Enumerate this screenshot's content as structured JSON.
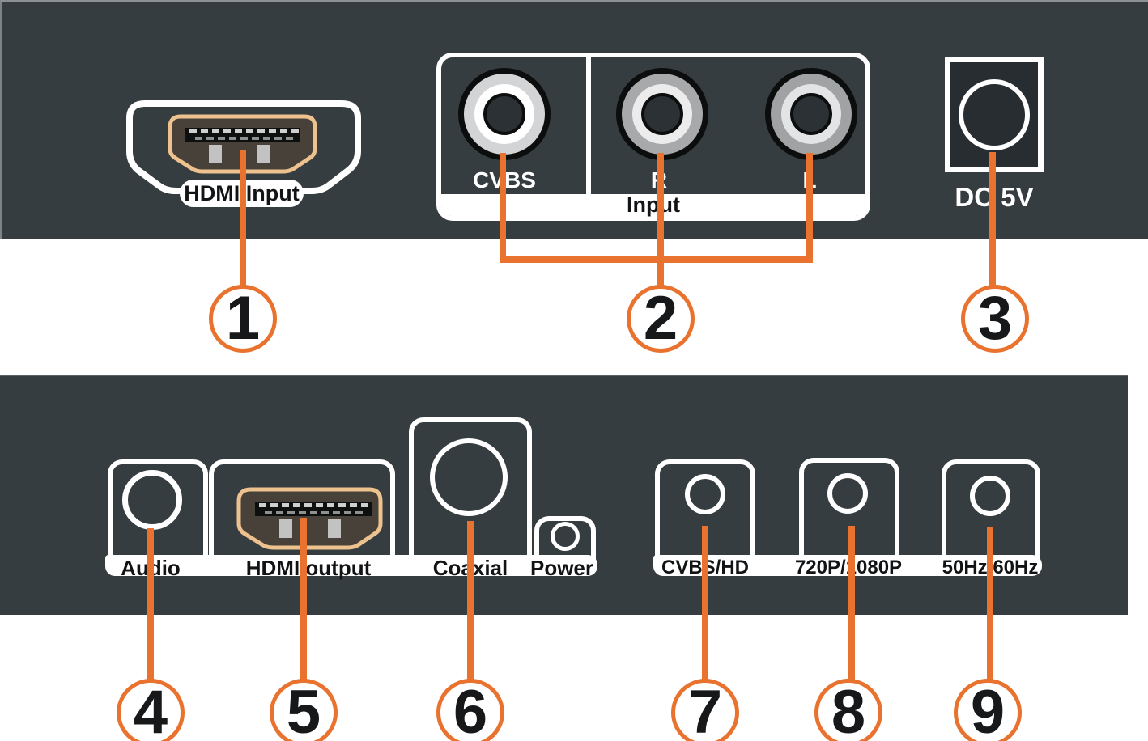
{
  "front_panel": {
    "hdmi_label": "HDMI Input",
    "av_group": {
      "jacks": [
        {
          "label": "CVBS"
        },
        {
          "label": "R"
        },
        {
          "label": "L"
        }
      ],
      "group_label": "Input"
    },
    "dc_label": "DC 5V"
  },
  "rear_panel": {
    "ports": [
      {
        "label": "Audio"
      },
      {
        "label": "HDMI output"
      },
      {
        "label": "Coaxial"
      },
      {
        "label": "Power"
      }
    ],
    "switches": [
      {
        "label": "CVBS/HD"
      },
      {
        "label": "720P/1080P"
      },
      {
        "label": "50Hz/60Hz"
      }
    ]
  },
  "callouts": [
    "1",
    "2",
    "3",
    "4",
    "5",
    "6",
    "7",
    "8",
    "9"
  ],
  "colors": {
    "panel": "#363d41",
    "accent_orange": "#e8722e",
    "hdmi_trim": "#edc28e",
    "hdmi_fill": "#48413a",
    "jack_gray_light": "#d3d4d6",
    "jack_gray_dark": "#a7a9ab",
    "label_bar": "#ffffff"
  }
}
